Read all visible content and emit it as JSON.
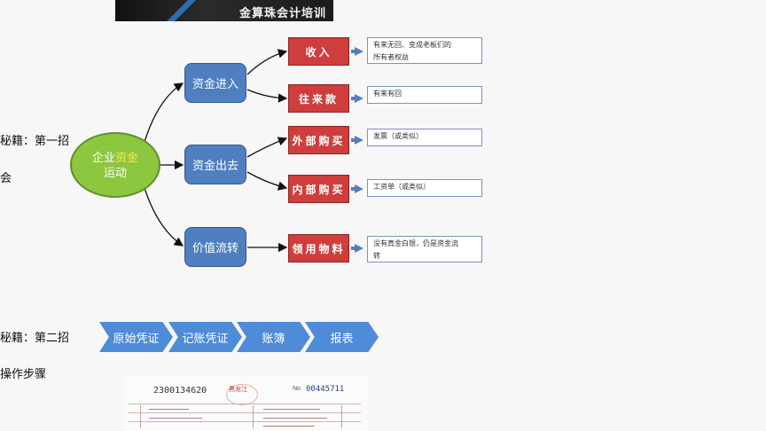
{
  "banner": {
    "text": "金算珠会计培训"
  },
  "left_texts": [
    "秘籍：第一招",
    "会",
    "秘籍：第二招",
    "操作步骤"
  ],
  "diagram": {
    "center": {
      "line1_plain": "企业",
      "line1_highlight": "资金",
      "line2": "运动"
    },
    "middle_nodes": [
      "资金进入",
      "资金出去",
      "价值流转"
    ],
    "right_nodes": [
      "收入",
      "往来款",
      "外部购买",
      "内部购买",
      "领用物料"
    ],
    "notes": [
      {
        "line1": "有来无回、变成老板们的",
        "line2": "所有者权益"
      },
      {
        "line1": "有来有回",
        "line2": ""
      },
      {
        "line1": "发票（或类似）",
        "line2": ""
      },
      {
        "line1": "工资单（或类似）",
        "line2": ""
      },
      {
        "line1": "没有真金白银，仍是资金流",
        "line2": "转"
      }
    ]
  },
  "process_steps": [
    "原始凭证",
    "记账凭证",
    "账簿",
    "报表"
  ],
  "document_preview": {
    "code": "2300134620",
    "title_fragment": "黑龙江",
    "no_label": "No",
    "number": "00445711"
  },
  "colors": {
    "center_oval": "#8dc63f",
    "middle_box": "#4f7fc0",
    "red_box": "#cf3d3d",
    "note_border": "#7e91c9",
    "chevron": "#4e8bd8"
  }
}
